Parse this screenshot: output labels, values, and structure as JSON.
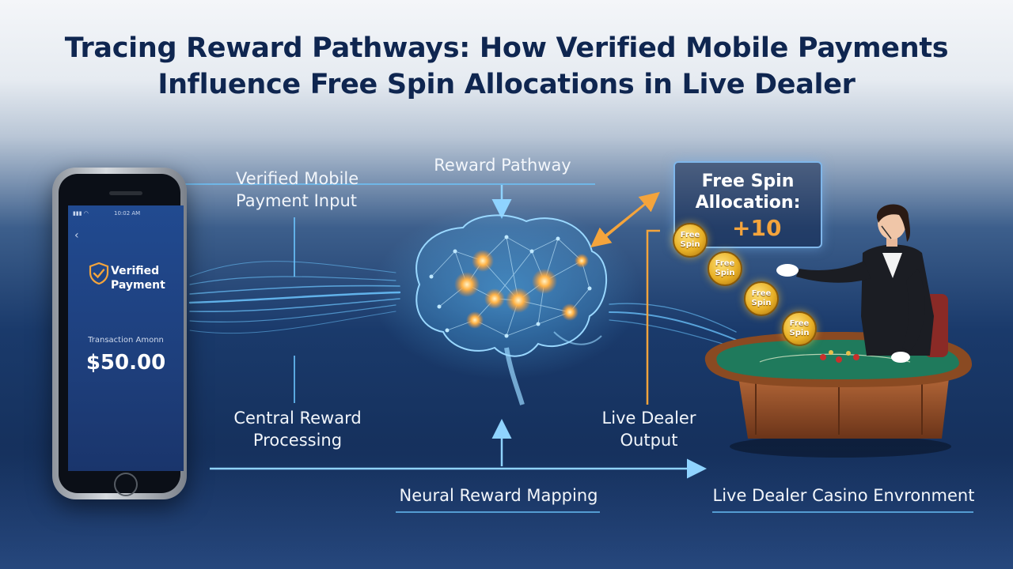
{
  "title": {
    "line1": "Tracing Reward Pathways: How Verified Mobile Payments",
    "line2": "Influence Free Spin Allocations in Live Dealer"
  },
  "labels": {
    "input_line1": "Verified Mobile",
    "input_line2": "Payment Input",
    "pathway": "Reward Pathway",
    "processing_line1": "Central Reward",
    "processing_line2": "Processing",
    "output_line1": "Live Dealer",
    "output_line2": "Output",
    "mapping": "Neural Reward Mapping",
    "environment": "Live Dealer Casino Envronment"
  },
  "phone": {
    "status_time": "10:02 AM",
    "back_glyph": "‹",
    "verified_line1": "Verified",
    "verified_line2": "Payment",
    "transaction_label": "Transaction Amonn",
    "transaction_amount": "$50.00"
  },
  "free_spin": {
    "title_line1": "Free Spin",
    "title_line2": "Allocation:",
    "value": "+10",
    "coin_text_line1": "Free",
    "coin_text_line2": "Spin"
  },
  "colors": {
    "title": "#0f2650",
    "flow": "#6cc6ff",
    "accent": "#f4a43c",
    "node": "#ffb347"
  },
  "icons": {
    "shield": "verified-shield-icon",
    "brain": "neural-brain-icon",
    "dealer": "live-dealer-figure",
    "table": "casino-table-icon"
  }
}
